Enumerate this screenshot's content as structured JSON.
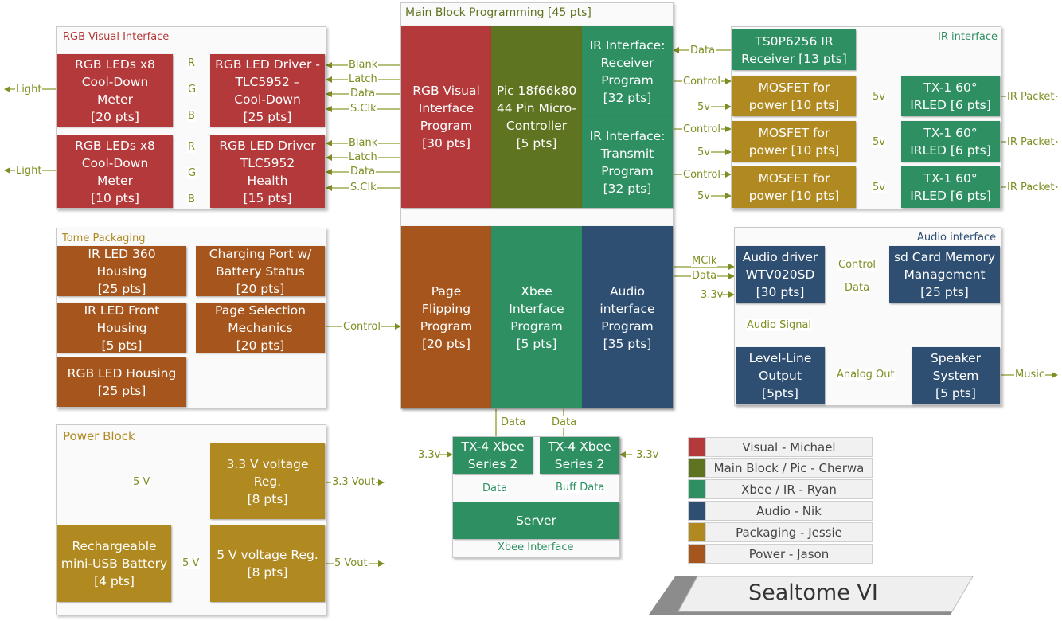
{
  "groups": {
    "rgb": "RGB Visual Interface",
    "main": "Main Block Programming [45 pts]",
    "ir": "IR interface",
    "tome": "Tome Packaging",
    "audio": "Audio interface",
    "power": "Power Block",
    "xbee": "Xbee Interface"
  },
  "blocks": {
    "rgb_leds_1": "RGB LEDs x8\nCool-Down\nMeter\n[20 pts]",
    "rgb_driver_1": "RGB LED Driver -\nTLC5952 –\nCool-Down\n[25 pts]",
    "rgb_leds_2": "RGB LEDs x8\nCool-Down\nMeter\n[10 pts]",
    "rgb_driver_2": "RGB LED Driver\nTLC5952\nHealth\n[15 pts]",
    "rgb_program": "RGB Visual\nInterface\nProgram\n[30 pts]",
    "pic": "Pic 18f66k80\n44 Pin Micro-\nController\n[5 pts]",
    "ir_receiver_program": "IR Interface:\nReceiver\nProgram\n[32 pts]",
    "ir_transmit_program": "IR Interface:\nTransmit\nProgram\n[32 pts]",
    "ir_receiver": "TS0P6256 IR\nReceiver [13 pts]",
    "mosfet_1": "MOSFET for\npower [10 pts]",
    "mosfet_2": "MOSFET for\npower [10 pts]",
    "mosfet_3": "MOSFET for\npower [10 pts]",
    "irled_1": "TX-1 60°\nIRLED [6 pts]",
    "irled_2": "TX-1 60°\nIRLED [6 pts]",
    "irled_3": "TX-1 60°\nIRLED [6 pts]",
    "page_flipping": "Page\nFlipping\nProgram\n[20 pts]",
    "xbee_program": "Xbee\nInterface\nProgram\n[5 pts]",
    "audio_program": "Audio\ninterface\nProgram\n[35 pts]",
    "ir_led_360": "IR LED 360\nHousing\n[25 pts]",
    "charging_port": "Charging Port w/\nBattery Status\n[20 pts]",
    "ir_led_front": "IR LED Front\nHousing\n[5 pts]",
    "page_selection": "Page Selection\nMechanics\n[20 pts]",
    "rgb_housing": "RGB LED Housing\n[25 pts]",
    "audio_driver": "Audio driver\nWTV020SD\n[30 pts]",
    "sd_card": "sd Card Memory\nManagement\n[25 pts]",
    "level_line": "Level-Line\nOutput\n[5pts]",
    "speaker": "Speaker\nSystem\n[5 pts]",
    "reg_33": "3.3 V voltage\nReg.\n[8 pts]",
    "reg_5": "5 V voltage Reg.\n[8 pts]",
    "battery": "Rechargeable\nmini-USB Battery\n[4 pts]",
    "xbee_left": "TX-4 Xbee\nSeries 2",
    "xbee_right": "TX-4 Xbee\nSeries 2",
    "server": "Server"
  },
  "labels": {
    "light": "Light",
    "r": "R",
    "g": "G",
    "b": "B",
    "blank": "Blank",
    "latch": "Latch",
    "data": "Data",
    "sclk": "S.Clk",
    "control": "Control",
    "v5": "5v",
    "ir_packet": "IR Packet",
    "mclk": "MClk",
    "v33": "3.3v",
    "audio_signal": "Audio Signal",
    "analog_out": "Analog Out",
    "music": "Music",
    "power_5v": "5 V",
    "vout_33": "3.3 Vout",
    "vout_5": "5 Vout",
    "buff_data": "Buff Data"
  },
  "legend": [
    {
      "label": "Visual - Michael",
      "color": "#b3393a"
    },
    {
      "label": "Main Block / Pic - Cherwa",
      "color": "#5f7420"
    },
    {
      "label": "Xbee / IR - Ryan",
      "color": "#2e9062"
    },
    {
      "label": "Audio - Nik",
      "color": "#2f4f72"
    },
    {
      "label": "Packaging - Jessie",
      "color": "#b08a21"
    },
    {
      "label": "Power - Jason",
      "color": "#a6561d"
    }
  ],
  "banner": "Sealtome VI"
}
